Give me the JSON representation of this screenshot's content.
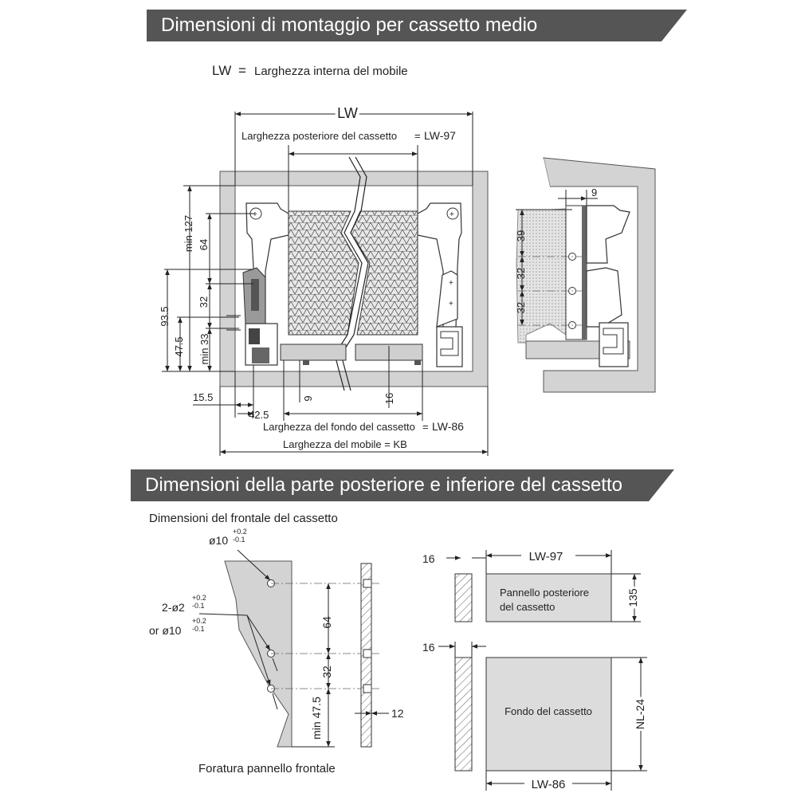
{
  "section1": {
    "title": "Dimensioni di montaggio per cassetto medio",
    "lw_key": "LW",
    "lw_eq": "=",
    "lw_desc": "Larghezza interna del mobile"
  },
  "front_view": {
    "lw": "LW",
    "rear_width": "Larghezza posteriore del cassetto",
    "rear_width_eq": "=",
    "rear_width_value": "LW-97",
    "bottom_width": "Larghezza del fondo del cassetto",
    "bottom_width_eq": "=",
    "bottom_width_value": "LW-86",
    "cabinet_width": "Larghezza del mobile = KB",
    "dims": {
      "min127": "min 127",
      "d64": "64",
      "d32": "32",
      "d93_5": "93.5",
      "d47_5": "47.5",
      "min33": "min 33",
      "d15_5": "15.5",
      "d42_5": "42.5",
      "d9": "9",
      "d16": "16"
    }
  },
  "side_view": {
    "d9": "9",
    "d39": "39",
    "d32a": "32",
    "d32b": "32"
  },
  "section2": {
    "title": "Dimensioni della parte posteriore e inferiore del cassetto"
  },
  "front_panel": {
    "caption_top": "Dimensioni del frontale del cassetto",
    "hole1_d": "ø10",
    "hole1_tol_plus": "+0.2",
    "hole1_tol_minus": "-0.1",
    "hole2_a": "2-ø2",
    "hole2_a_tol_plus": "+0.2",
    "hole2_a_tol_minus": "-0.1",
    "hole2_b": "or ø10",
    "hole2_b_tol_plus": "+0.2",
    "hole2_b_tol_minus": "-0.1",
    "d64": "64",
    "d32": "32",
    "min47_5": "min 47.5",
    "d12": "12",
    "caption_bottom": "Foratura pannello frontale"
  },
  "rear_panel": {
    "thickness": "16",
    "width": "LW-97",
    "height": "135",
    "label_line1": "Pannello posteriore",
    "label_line2": "del cassetto"
  },
  "bottom_panel": {
    "thickness": "16",
    "width": "LW-86",
    "depth": "NL-24",
    "label": "Fondo del cassetto"
  },
  "colors": {
    "banner": "#555555",
    "cabinet": "#d3d3d3",
    "panel": "#dcdcdc"
  }
}
